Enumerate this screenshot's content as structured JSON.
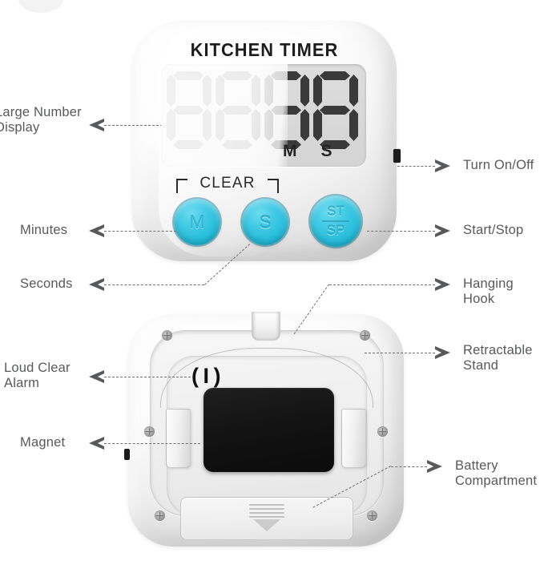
{
  "product": {
    "brand_title": "KITCHEN TIMER",
    "clear_label": "CLEAR",
    "display": {
      "minutes_digits": "88",
      "seconds_digits": "08",
      "minutes_unit": "M",
      "seconds_unit": "S",
      "segment_color": "#3a3a3a",
      "lcd_background": "#d8d8d8"
    },
    "buttons": {
      "minutes": "M",
      "seconds": "S",
      "start_top": "ST",
      "start_bottom": "SP",
      "color": "#2fc3de",
      "rim_color": "#0f96b4"
    },
    "back": {
      "alarm_icon_glyph": "( I )",
      "magnet_color": "#131313"
    }
  },
  "callouts": {
    "left": [
      {
        "label": "Large Number\nDisplay"
      },
      {
        "label": "Minutes"
      },
      {
        "label": "Seconds"
      },
      {
        "label": "Loud Clear\nAlarm"
      },
      {
        "label": "Magnet"
      }
    ],
    "right": [
      {
        "label": "Turn On/Off"
      },
      {
        "label": "Start/Stop"
      },
      {
        "label": "Hanging Hook"
      },
      {
        "label": "Retractable\nStand"
      },
      {
        "label": "Battery\nCompartment"
      }
    ]
  },
  "colors": {
    "background": "#ffffff",
    "callout_text": "#58595b",
    "leader_line": "#6f7072",
    "accent": "#2fc3de"
  }
}
